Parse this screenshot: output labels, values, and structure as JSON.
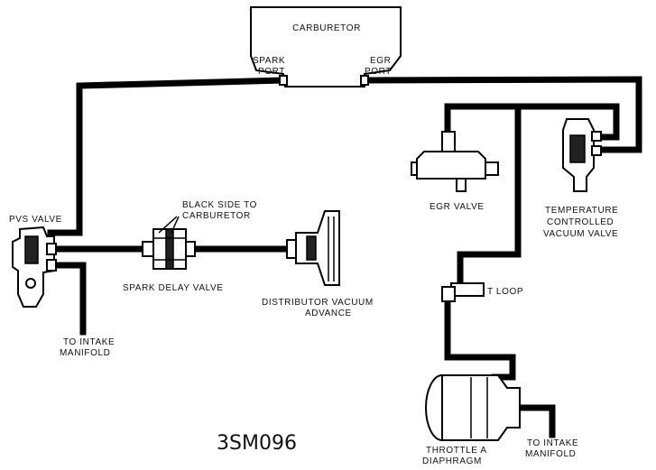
{
  "components": {
    "carburetor": "CARBURETOR",
    "spark_port": [
      "SPARK",
      "PORT"
    ],
    "egr_port": [
      "EGR",
      "PORT"
    ],
    "pvs_valve": "PVS VALVE",
    "black_side_note": [
      "BLACK SIDE TO",
      "CARBURETOR"
    ],
    "spark_delay_valve": "SPARK DELAY VALVE",
    "distributor_vacuum_advance": [
      "DISTRIBUTOR VACUUM",
      "ADVANCE"
    ],
    "egr_valve": "EGR VALVE",
    "temperature_valve": [
      "TEMPERATURE",
      "CONTROLLED",
      "VACUUM VALVE"
    ],
    "intake_manifold_left": [
      "TO INTAKE",
      "MANIFOLD"
    ],
    "tee": "T LOOP",
    "diaphragm": [
      "THROTTLE A",
      "DIAPHRAGM"
    ],
    "intake_manifold_right": [
      "TO INTAKE",
      "MANIFOLD"
    ]
  },
  "diagram_code": "3SM096"
}
